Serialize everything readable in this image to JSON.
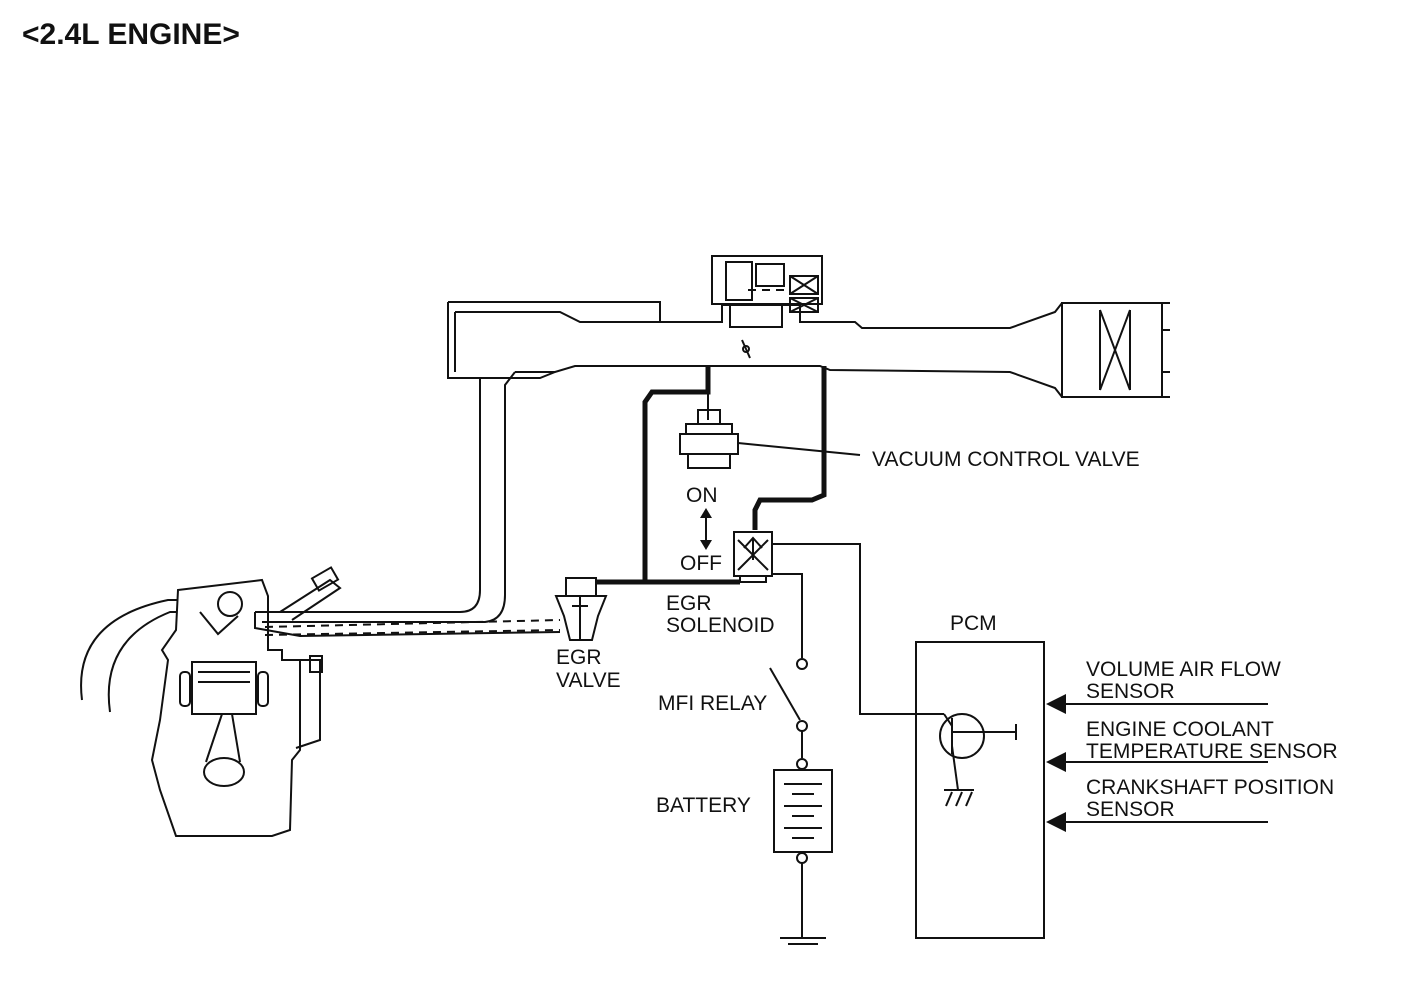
{
  "title": "<2.4L ENGINE>",
  "labels": {
    "vacuum_control_valve": "VACUUM CONTROL VALVE",
    "on": "ON",
    "off": "OFF",
    "egr_solenoid_line1": "EGR",
    "egr_solenoid_line2": "SOLENOID",
    "egr_valve_line1": "EGR",
    "egr_valve_line2": "VALVE",
    "mfi_relay": "MFI RELAY",
    "battery": "BATTERY",
    "pcm": "PCM",
    "inputs": [
      {
        "line1": "VOLUME AIR FLOW",
        "line2": "SENSOR"
      },
      {
        "line1": "ENGINE COOLANT",
        "line2": "TEMPERATURE SENSOR"
      },
      {
        "line1": "CRANKSHAFT POSITION",
        "line2": "SENSOR"
      }
    ]
  }
}
